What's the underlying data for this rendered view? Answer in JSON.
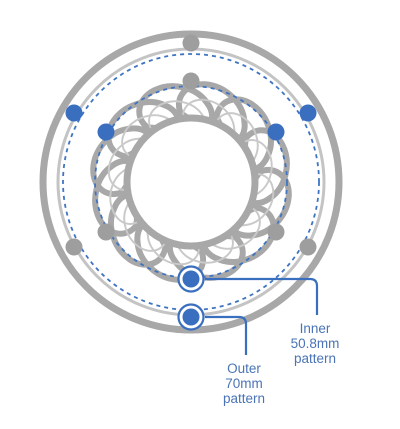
{
  "labels": {
    "inner": [
      "Inner",
      "50.8mm",
      "pattern"
    ],
    "outer": [
      "Outer",
      "70mm",
      "pattern"
    ]
  },
  "colors": {
    "frame": "#a8a8a8",
    "frame_light": "#c4c4c4",
    "hole_gray": "#9e9e9e",
    "accent_blue": "#3a6fbf",
    "dashed_blue": "#3f74c2",
    "label_blue": "#4a74b6",
    "background": "#ffffff"
  },
  "bolt_patterns": [
    {
      "name": "inner",
      "diameter_mm": 50.8,
      "holes": 6
    },
    {
      "name": "outer",
      "diameter_mm": 70,
      "holes": 6
    }
  ]
}
